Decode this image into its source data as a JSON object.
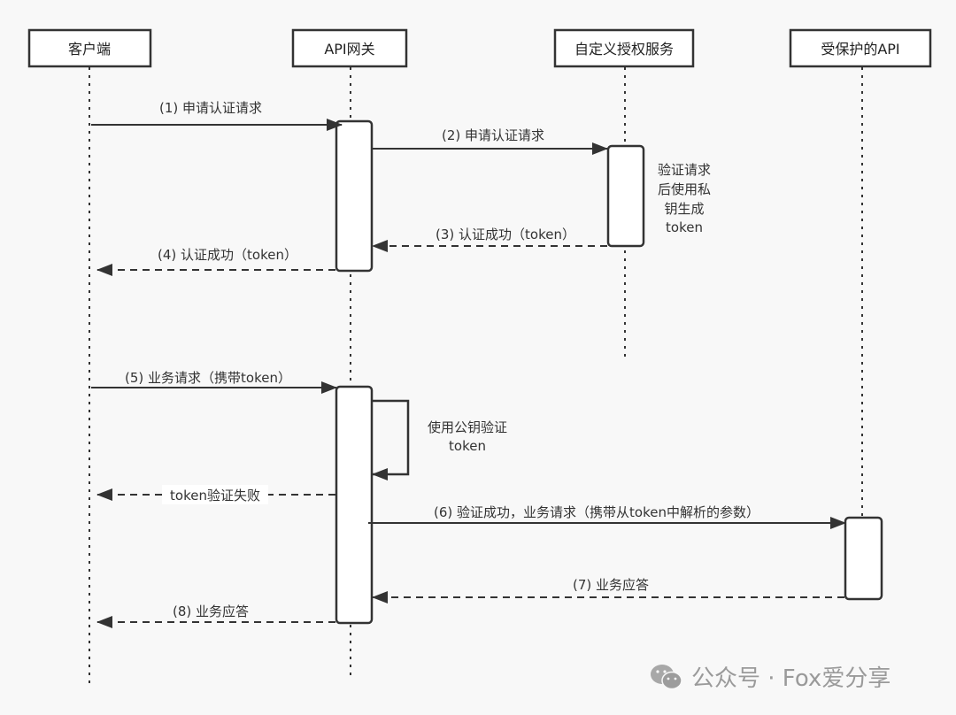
{
  "actors": [
    {
      "id": "client",
      "label": "客户端"
    },
    {
      "id": "gateway",
      "label": "API网关"
    },
    {
      "id": "auth",
      "label": "自定义授权服务"
    },
    {
      "id": "api",
      "label": "受保护的API"
    }
  ],
  "messages": [
    {
      "id": "m1",
      "label": "(1) 申请认证请求",
      "from": "client",
      "to": "gateway",
      "style": "solid"
    },
    {
      "id": "m2",
      "label": "(2) 申请认证请求",
      "from": "gateway",
      "to": "auth",
      "style": "solid"
    },
    {
      "id": "m3",
      "label": "(3) 认证成功（token）",
      "from": "auth",
      "to": "gateway",
      "style": "dashed"
    },
    {
      "id": "m4",
      "label": "(4) 认证成功（token）",
      "from": "gateway",
      "to": "client",
      "style": "dashed"
    },
    {
      "id": "m5",
      "label": "(5) 业务请求（携带token）",
      "from": "client",
      "to": "gateway",
      "style": "solid"
    },
    {
      "id": "self",
      "label_lines": [
        "使用公钥验证",
        "token"
      ],
      "from": "gateway",
      "to": "gateway",
      "style": "solid"
    },
    {
      "id": "fail",
      "label": "token验证失败",
      "from": "gateway",
      "to": "client",
      "style": "dashed"
    },
    {
      "id": "m6",
      "label": "(6) 验证成功，业务请求（携带从token中解析的参数）",
      "from": "gateway",
      "to": "api",
      "style": "solid"
    },
    {
      "id": "m7",
      "label": "(7) 业务应答",
      "from": "api",
      "to": "gateway",
      "style": "dashed"
    },
    {
      "id": "m8",
      "label": "(8) 业务应答",
      "from": "gateway",
      "to": "client",
      "style": "dashed"
    }
  ],
  "notes": {
    "auth_note_lines": [
      "验证请求",
      "后使用私",
      "钥生成",
      "token"
    ]
  },
  "watermark": {
    "icon": "wechat-icon",
    "text": "公众号 · Fox爱分享"
  }
}
